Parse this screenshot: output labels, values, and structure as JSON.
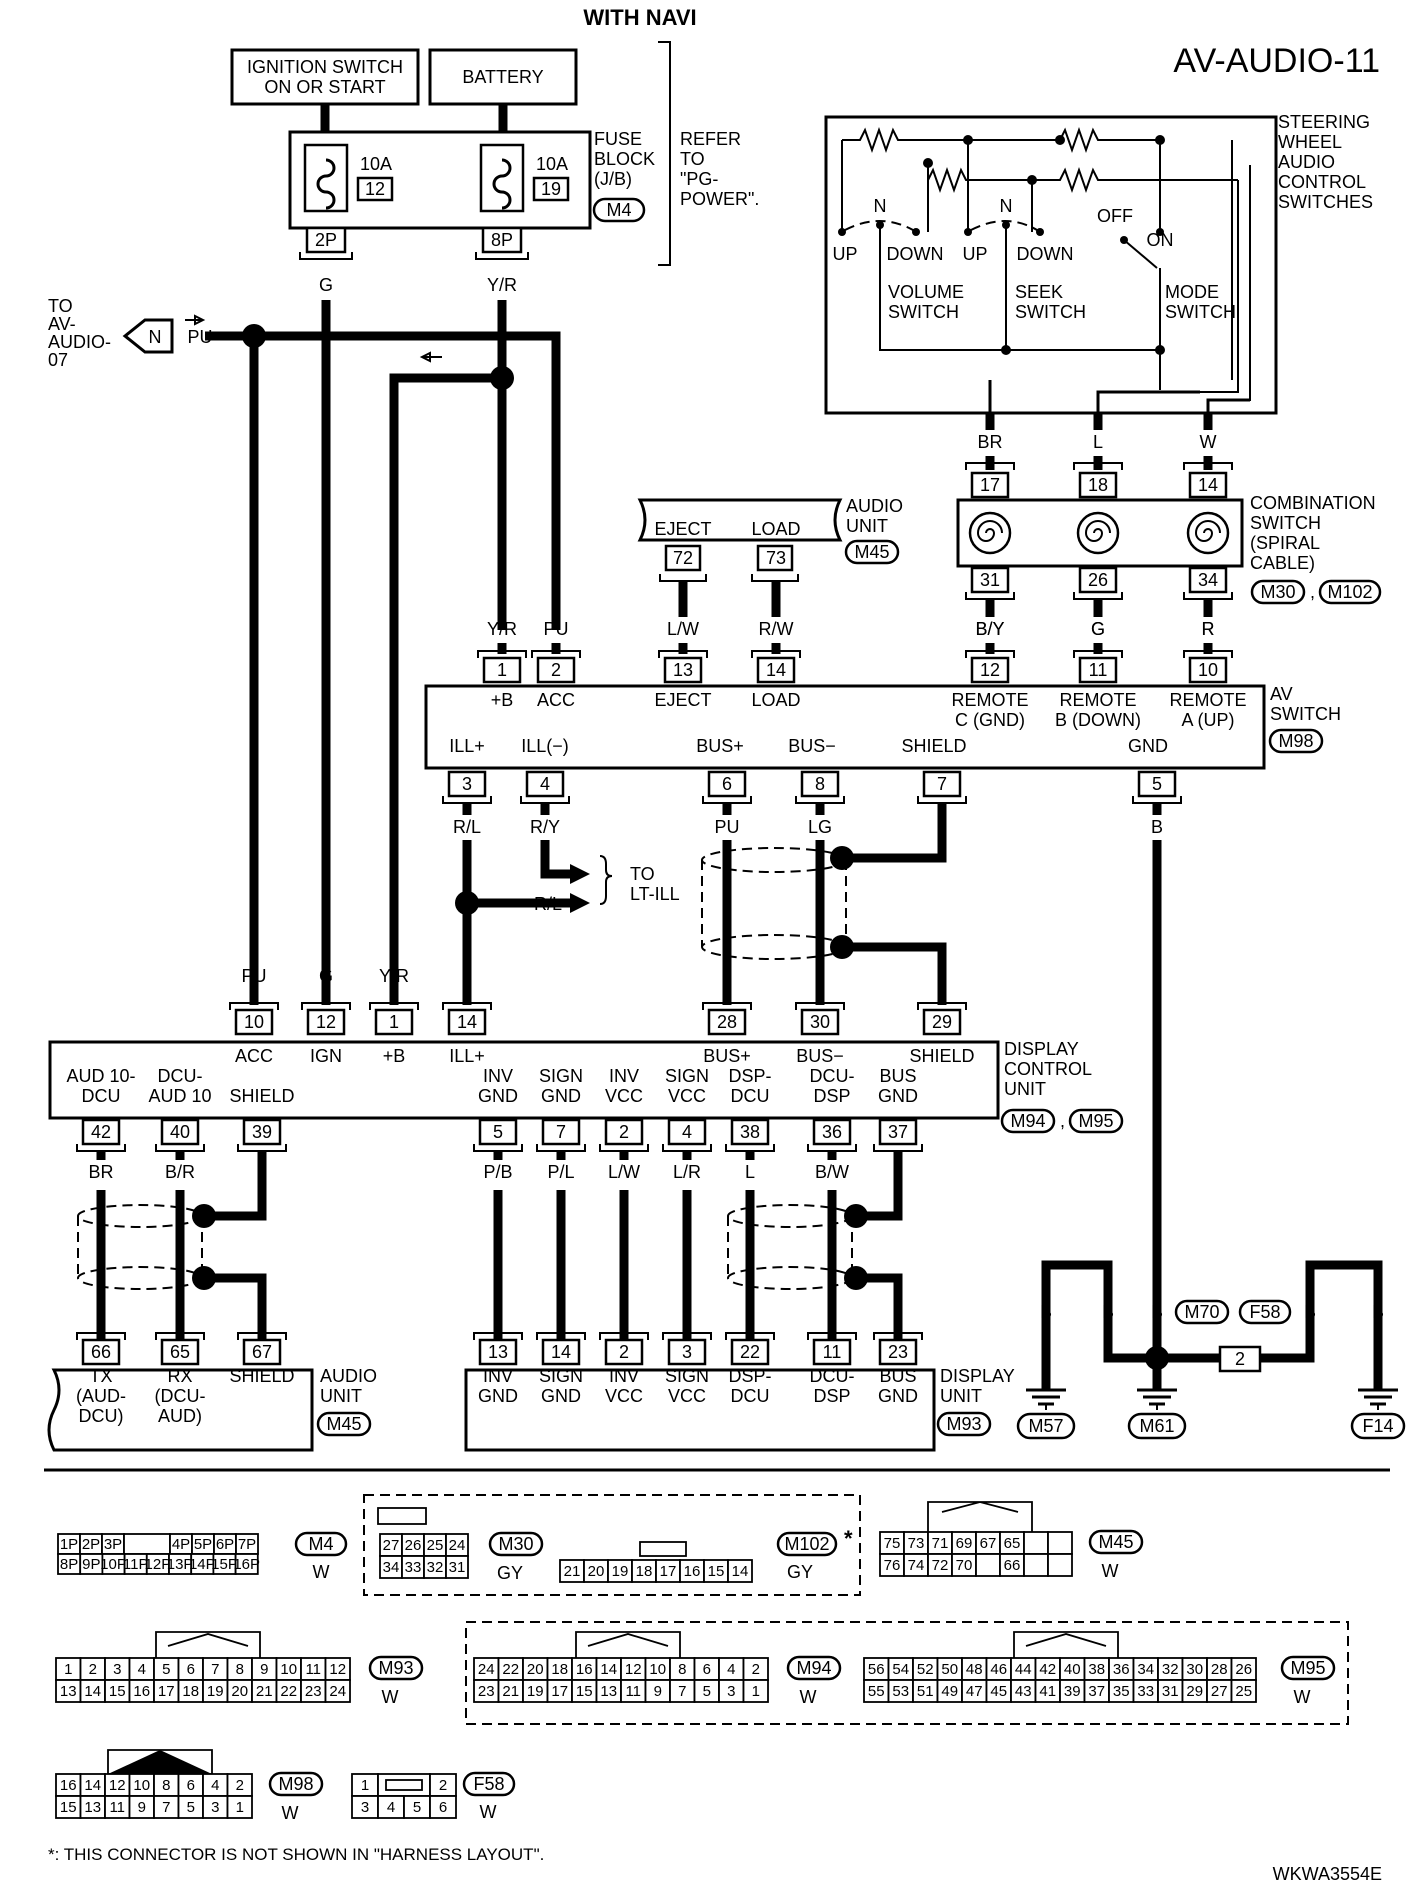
{
  "header": {
    "title": "WITH NAVI",
    "page_code": "AV-AUDIO-11"
  },
  "power": {
    "ignition_switch": [
      "IGNITION SWITCH",
      "ON OR START"
    ],
    "battery": "BATTERY",
    "fuse_block": {
      "label": [
        "FUSE",
        "BLOCK",
        "(J/B)"
      ],
      "connector": "M4",
      "refer": [
        "REFER",
        "TO",
        "\"PG-",
        "POWER\"."
      ],
      "fuses": [
        {
          "amp": "10A",
          "num": "12",
          "pin": "2P",
          "wire": "G"
        },
        {
          "amp": "10A",
          "num": "19",
          "pin": "8P",
          "wire": "Y/R"
        }
      ]
    }
  },
  "to_av_audio": {
    "label": [
      "TO",
      "AV-",
      "AUDIO-",
      "07"
    ],
    "flag": "N",
    "wire": "PU"
  },
  "steering": {
    "label": [
      "STEERING",
      "WHEEL",
      "AUDIO",
      "CONTROL",
      "SWITCHES"
    ],
    "volume": [
      "VOLUME",
      "SWITCH"
    ],
    "seek": [
      "SEEK",
      "SWITCH"
    ],
    "mode": [
      "MODE",
      "SWITCH"
    ],
    "n": "N",
    "up": "UP",
    "down": "DOWN",
    "off": "OFF",
    "on": "ON",
    "wires": [
      "BR",
      "L",
      "W"
    ]
  },
  "combination_switch": {
    "label": [
      "COMBINATION",
      "SWITCH",
      "(SPIRAL",
      "CABLE)"
    ],
    "connectors": [
      "M30",
      "M102"
    ],
    "top_pins": [
      "17",
      "18",
      "14"
    ],
    "bottom_pins": [
      "31",
      "26",
      "34"
    ],
    "bottom_wires": [
      "B/Y",
      "G",
      "R"
    ]
  },
  "audio_unit_top": {
    "label": [
      "AUDIO",
      "UNIT"
    ],
    "connector": "M45",
    "pins": [
      {
        "name": "EJECT",
        "num": "72",
        "wire": "L/W"
      },
      {
        "name": "LOAD",
        "num": "73",
        "wire": "R/W"
      }
    ]
  },
  "av_switch": {
    "label": [
      "AV",
      "SWITCH"
    ],
    "connector": "M98",
    "top_pins": [
      {
        "num": "1",
        "wire": "Y/R",
        "name": "+B"
      },
      {
        "num": "2",
        "wire": "PU",
        "name": "ACC"
      },
      {
        "num": "13",
        "wire": "L/W",
        "name": "EJECT"
      },
      {
        "num": "14",
        "wire": "R/W",
        "name": "LOAD"
      },
      {
        "num": "12",
        "wire": "B/Y",
        "name": "REMOTE",
        "name2": "C (GND)"
      },
      {
        "num": "11",
        "wire": "G",
        "name": "REMOTE",
        "name2": "B (DOWN)"
      },
      {
        "num": "10",
        "wire": "R",
        "name": "REMOTE",
        "name2": "A (UP)"
      }
    ],
    "bottom_pins": [
      {
        "num": "3",
        "wire": "R/L",
        "name": "ILL+"
      },
      {
        "num": "4",
        "wire": "R/Y",
        "name": "ILL(−)"
      },
      {
        "num": "6",
        "wire": "PU",
        "name": "BUS+"
      },
      {
        "num": "8",
        "wire": "LG",
        "name": "BUS−"
      },
      {
        "num": "7",
        "wire": "",
        "name": "SHIELD"
      },
      {
        "num": "5",
        "wire": "B",
        "name": "GND"
      }
    ]
  },
  "to_lt_ill": {
    "label": [
      "TO",
      "LT-ILL"
    ],
    "wire": "R/L"
  },
  "display_control": {
    "label": [
      "DISPLAY",
      "CONTROL",
      "UNIT"
    ],
    "connectors": [
      "M94",
      "M95"
    ],
    "top_pins": [
      {
        "num": "10",
        "wire": "PU",
        "name": "ACC"
      },
      {
        "num": "12",
        "wire": "G",
        "name": "IGN"
      },
      {
        "num": "1",
        "wire": "Y/R",
        "name": "+B"
      },
      {
        "num": "14",
        "wire": "",
        "name": "ILL+"
      },
      {
        "num": "28",
        "wire": "",
        "name": "BUS+"
      },
      {
        "num": "30",
        "wire": "",
        "name": "BUS−"
      },
      {
        "num": "29",
        "wire": "",
        "name": "SHIELD"
      }
    ],
    "bottom_pins": [
      {
        "num": "42",
        "wire": "BR",
        "name": "AUD 10-",
        "name2": "DCU"
      },
      {
        "num": "40",
        "wire": "B/R",
        "name": "DCU-",
        "name2": "AUD 10"
      },
      {
        "num": "39",
        "wire": "",
        "name": "",
        "name2": "SHIELD"
      },
      {
        "num": "5",
        "wire": "P/B",
        "name": "INV",
        "name2": "GND"
      },
      {
        "num": "7",
        "wire": "P/L",
        "name": "SIGN",
        "name2": "GND"
      },
      {
        "num": "2",
        "wire": "L/W",
        "name": "INV",
        "name2": "VCC"
      },
      {
        "num": "4",
        "wire": "L/R",
        "name": "SIGN",
        "name2": "VCC"
      },
      {
        "num": "38",
        "wire": "L",
        "name": "DSP-",
        "name2": "DCU"
      },
      {
        "num": "36",
        "wire": "B/W",
        "name": "DCU-",
        "name2": "DSP"
      },
      {
        "num": "37",
        "wire": "",
        "name": "BUS",
        "name2": "GND"
      }
    ]
  },
  "audio_unit_bottom": {
    "label": [
      "AUDIO",
      "UNIT"
    ],
    "connector": "M45",
    "pins": [
      {
        "num": "66",
        "l1": "TX",
        "l2": "(AUD-",
        "l3": "DCU)"
      },
      {
        "num": "65",
        "l1": "RX",
        "l2": "(DCU-",
        "l3": "AUD)"
      },
      {
        "num": "67",
        "l1": "SHIELD",
        "l2": "",
        "l3": ""
      }
    ]
  },
  "display_unit": {
    "label": [
      "DISPLAY",
      "UNIT"
    ],
    "connector": "M93",
    "pins": [
      {
        "num": "13",
        "l1": "INV",
        "l2": "GND"
      },
      {
        "num": "14",
        "l1": "SIGN",
        "l2": "GND"
      },
      {
        "num": "2",
        "l1": "INV",
        "l2": "VCC"
      },
      {
        "num": "3",
        "l1": "SIGN",
        "l2": "VCC"
      },
      {
        "num": "22",
        "l1": "DSP-",
        "l2": "DCU"
      },
      {
        "num": "11",
        "l1": "DCU-",
        "l2": "DSP"
      },
      {
        "num": "23",
        "l1": "BUS",
        "l2": "GND"
      }
    ]
  },
  "ground": {
    "wires": [
      "B",
      "B",
      "B",
      "B",
      "B"
    ],
    "connectors": [
      "M70",
      "F58"
    ],
    "pin": "2",
    "points": [
      "M57",
      "M61",
      "F14"
    ]
  },
  "legend": {
    "m4": {
      "id": "M4",
      "color": "W",
      "row1": [
        "1P",
        "2P",
        "3P",
        "",
        "4P",
        "5P",
        "6P",
        "7P"
      ],
      "row2": [
        "8P",
        "9P",
        "10P",
        "11P",
        "12P",
        "13P",
        "14P",
        "15P",
        "16P"
      ]
    },
    "m30": {
      "id": "M30",
      "color": "GY",
      "row1": [
        "27",
        "26",
        "25",
        "24"
      ],
      "row2": [
        "34",
        "33",
        "32",
        "31"
      ]
    },
    "m102": {
      "id": "M102",
      "color": "GY",
      "row": [
        "21",
        "20",
        "19",
        "18",
        "17",
        "16",
        "15",
        "14"
      ],
      "star": "*"
    },
    "m45": {
      "id": "M45",
      "color": "W",
      "row1": [
        "75",
        "73",
        "71",
        "69",
        "67",
        "65",
        "",
        ""
      ],
      "row2": [
        "76",
        "74",
        "72",
        "70",
        "",
        "66",
        "",
        ""
      ]
    },
    "m93": {
      "id": "M93",
      "color": "W",
      "row1": [
        "1",
        "2",
        "3",
        "4",
        "5",
        "6",
        "7",
        "8",
        "9",
        "10",
        "11",
        "12"
      ],
      "row2": [
        "13",
        "14",
        "15",
        "16",
        "17",
        "18",
        "19",
        "20",
        "21",
        "22",
        "23",
        "24"
      ]
    },
    "m94": {
      "id": "M94",
      "color": "W",
      "row1": [
        "24",
        "22",
        "20",
        "18",
        "16",
        "14",
        "12",
        "10",
        "8",
        "6",
        "4",
        "2"
      ],
      "row2": [
        "23",
        "21",
        "19",
        "17",
        "15",
        "13",
        "11",
        "9",
        "7",
        "5",
        "3",
        "1"
      ]
    },
    "m95": {
      "id": "M95",
      "color": "W",
      "row1": [
        "56",
        "54",
        "52",
        "50",
        "48",
        "46",
        "44",
        "42",
        "40",
        "38",
        "36",
        "34",
        "32",
        "30",
        "28",
        "26"
      ],
      "row2": [
        "55",
        "53",
        "51",
        "49",
        "47",
        "45",
        "43",
        "41",
        "39",
        "37",
        "35",
        "33",
        "31",
        "29",
        "27",
        "25"
      ]
    },
    "m98": {
      "id": "M98",
      "color": "W",
      "row1": [
        "16",
        "14",
        "12",
        "10",
        "8",
        "6",
        "4",
        "2"
      ],
      "row2": [
        "15",
        "13",
        "11",
        "9",
        "7",
        "5",
        "3",
        "1"
      ]
    },
    "f58": {
      "id": "F58",
      "color": "W",
      "row1": [
        "1",
        "",
        "2"
      ],
      "row2": [
        "3",
        "4",
        "5",
        "6"
      ]
    }
  },
  "footnote": "*: THIS CONNECTOR IS NOT SHOWN IN \"HARNESS LAYOUT\".",
  "figure_code": "WKWA3554E"
}
